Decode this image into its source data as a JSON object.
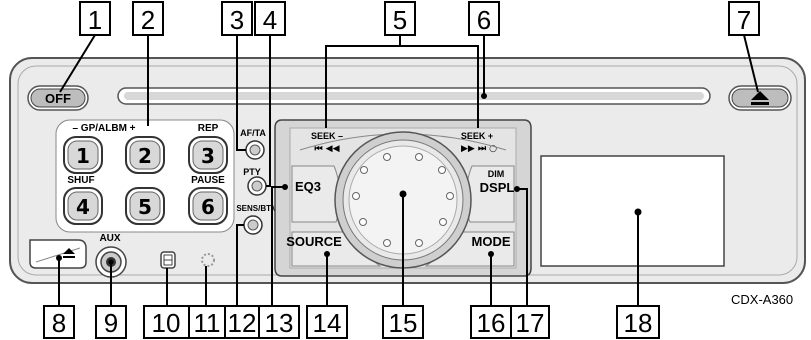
{
  "device": {
    "model": "CDX-A360"
  },
  "callouts": [
    "1",
    "2",
    "3",
    "4",
    "5",
    "6",
    "7",
    "8",
    "9",
    "10",
    "11",
    "12",
    "13",
    "14",
    "15",
    "16",
    "17",
    "18"
  ],
  "buttons": {
    "off": "OFF",
    "gp_albm": "– GP/ALBM +",
    "rep": "REP",
    "shuf": "SHUF",
    "pause": "PAUSE",
    "preset_1": "1",
    "preset_2": "2",
    "preset_3": "3",
    "preset_4": "4",
    "preset_5": "5",
    "preset_6": "6",
    "af_ta": "AF/TA",
    "pty": "PTY",
    "sens_btm": "SENS/BTM",
    "aux": "AUX",
    "seek_minus": "SEEK –",
    "seek_minus_symbols": "⏮ ◀◀",
    "seek_plus": "SEEK +",
    "seek_plus_symbols": "▶▶ ⏭ ○",
    "eq3": "EQ3",
    "source": "SOURCE",
    "mode": "MODE",
    "dim": "DIM",
    "dspl": "DSPL"
  }
}
